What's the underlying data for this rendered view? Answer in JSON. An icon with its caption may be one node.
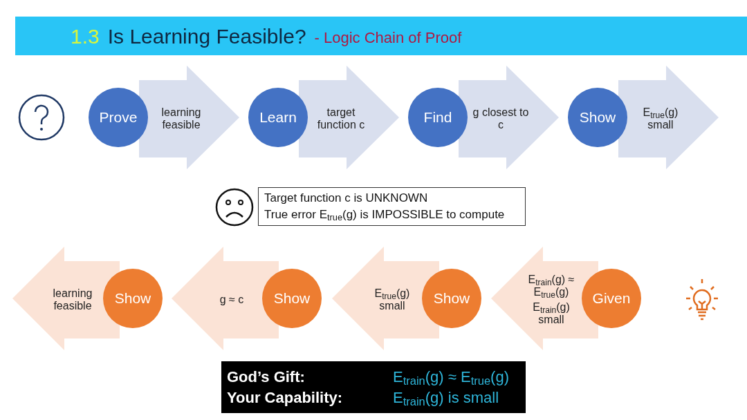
{
  "diagram": {
    "title": "Is Learning Feasible?",
    "nodes": [
      {
        "text": [
          "Prove"
        ]
      },
      {
        "text": [
          "learning feasible"
        ]
      },
      {
        "text": [
          "Learn"
        ]
      },
      {
        "text": [
          "target function c"
        ]
      },
      {
        "text": [
          "Find"
        ]
      },
      {
        "text": [
          "g closest to c"
        ]
      },
      {
        "text": [
          "Show"
        ]
      },
      {
        "text": [
          "E$_{true}$(g) small"
        ]
      },
      {
        "text": [
          "Target function c is UNKNOWN",
          "True error E$_{true}$(g) is IMPOSSIBLE to compute"
        ]
      },
      {
        "text": [
          "learning feasible"
        ]
      },
      {
        "text": [
          "Show"
        ]
      },
      {
        "text": [
          "g ≈ c"
        ]
      },
      {
        "text": [
          "Show"
        ]
      },
      {
        "text": [
          "E$_{true}$(g) small"
        ]
      },
      {
        "text": [
          "Show"
        ]
      },
      {
        "text": [
          "E$_{train}$(g) ≈ E$_{true}$(g)",
          "E$_{train}$(g) small"
        ]
      },
      {
        "text": [
          "Given"
        ]
      },
      {
        "text": [
          "God’s Gift:",
          "E$_{train}$(g) ≈ E$_{true}$(g)",
          "Your Capability:",
          "E$_{train}$(g) is small"
        ]
      }
    ],
    "labels": [
      "1.3",
      "- Logic Chain of Proof"
    ]
  }
}
